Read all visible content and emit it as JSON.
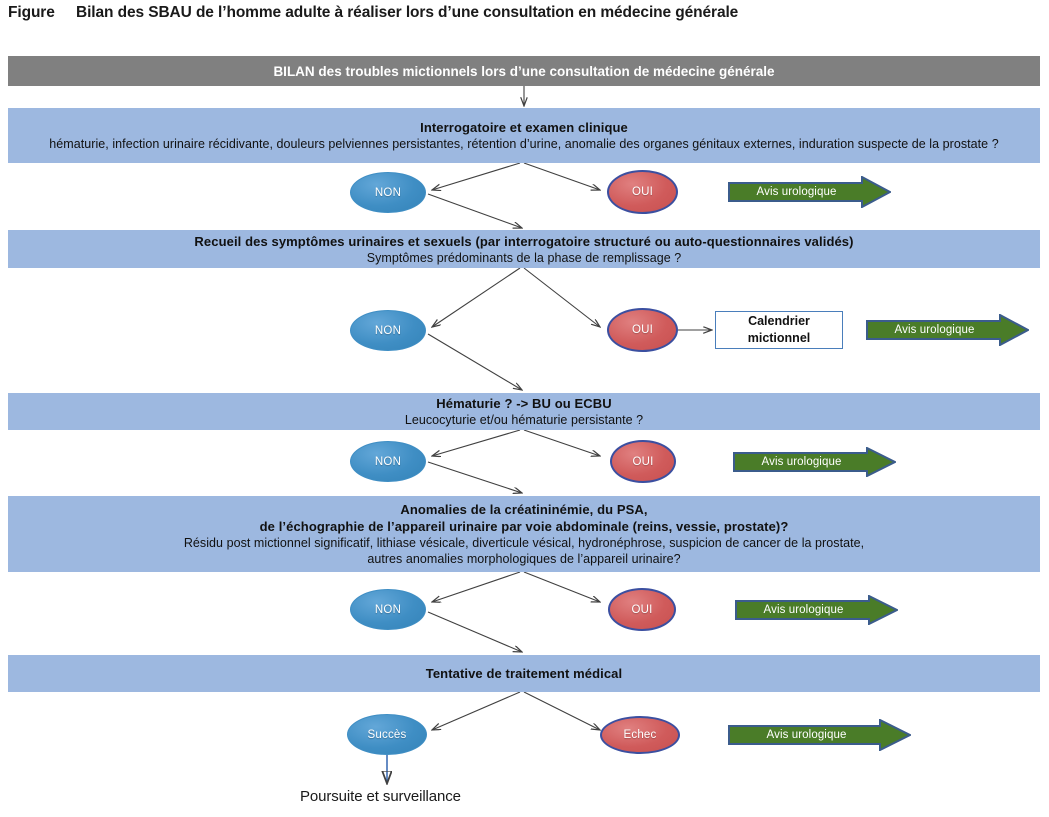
{
  "figure": {
    "label": "Figure",
    "title": "Bilan des SBAU de l’homme adulte à réaliser lors d’une consultation en médecine générale"
  },
  "colors": {
    "header_bar": "#808080",
    "band": "#9db8e0",
    "node_no": "#3f8ec4",
    "node_yes": "#d05b5b",
    "node_yes_border": "#3b4fa0",
    "arrow_green": "#4a7c28",
    "arrow_green_border": "#3b5c8c",
    "box_border": "#4a7ebb",
    "connector": "#404040",
    "blue_connector": "#3f6fb5"
  },
  "header": {
    "text": "BILAN des troubles mictionnels lors d’une consultation de médecine générale"
  },
  "steps": [
    {
      "id": "interrogatoire",
      "title": "Interrogatoire  et examen  clinique",
      "subtitle": "hématurie, infection urinaire récidivante, douleurs pelviennes persistantes, rétention d’urine, anomalie  des organes génitaux externes, induration  suspecte de la prostate ?",
      "no_label": "NON",
      "yes_label": "OUI",
      "yes_action": "Avis urologique"
    },
    {
      "id": "recueil",
      "title": "Recueil des symptômes  urinaires et sexuels (par interrogatoire  structuré ou auto-questionnaires  validés)",
      "subtitle": "Symptômes  prédominants  de la phase de remplissage  ?",
      "no_label": "NON",
      "yes_label": "OUI",
      "yes_box": "Calendrier mictionnel",
      "yes_action": "Avis urologique"
    },
    {
      "id": "hematurie",
      "title": "Hématurie  ? -> BU ou ECBU",
      "subtitle": "Leucocyturie et/ou hématurie  persistante  ?",
      "no_label": "NON",
      "yes_label": "OUI",
      "yes_action": "Avis urologique"
    },
    {
      "id": "anomalies",
      "title_line1": "Anomalies  de la créatininémie,  du PSA,",
      "title_line2": "de l’échographie  de l’appareil  urinaire par voie abdominale  (reins, vessie, prostate)?",
      "subtitle_line1": "Résidu  post mictionnel significatif, lithiase vésicale, diverticule  vésical, hydronéphrose,  suspicion de cancer de la prostate,",
      "subtitle_line2": "autres anomalies morphologiques  de l’appareil  urinaire?",
      "no_label": "NON",
      "yes_label": "OUI",
      "yes_action": "Avis urologique"
    },
    {
      "id": "traitement",
      "title": "Tentative  de traitement  médical",
      "no_label": "Succès",
      "yes_label": "Echec",
      "yes_action": "Avis urologique",
      "no_outcome": "Poursuite et surveillance"
    }
  ]
}
